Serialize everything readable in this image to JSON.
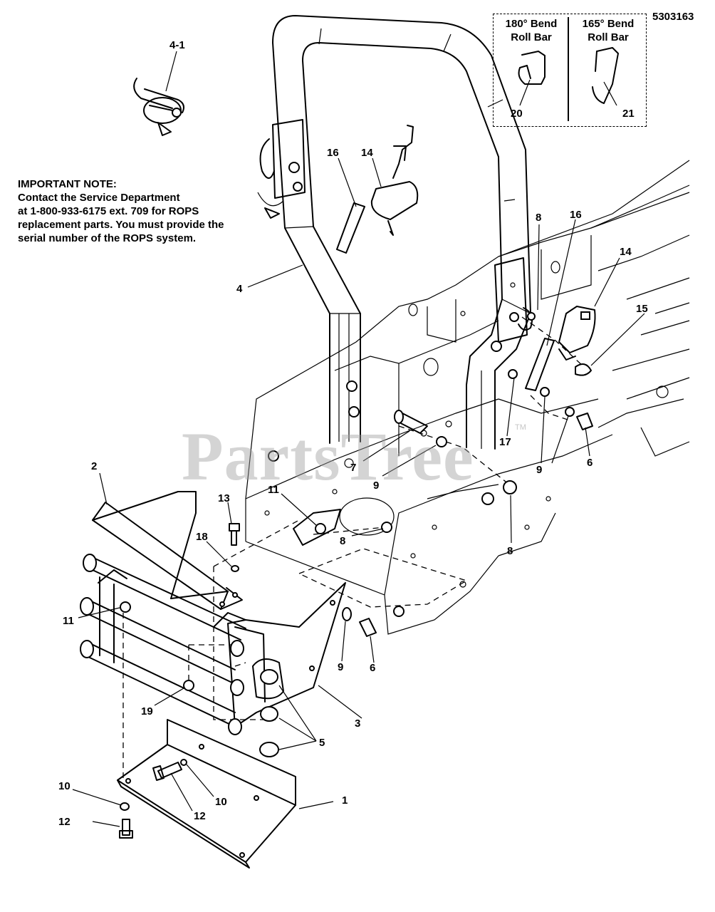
{
  "document": {
    "part_number": "5303163"
  },
  "note": {
    "heading": "IMPORTANT NOTE:",
    "lines": [
      "Contact the Service Department",
      "at 1-800-933-6175 ext. 709 for ROPS",
      "replacement parts.  You must provide the",
      "serial number of the ROPS system."
    ]
  },
  "inset": {
    "left": {
      "line1": "180° Bend",
      "line2": "Roll Bar",
      "callout": "20"
    },
    "right": {
      "line1": "165° Bend",
      "line2": "Roll Bar",
      "callout": "21"
    }
  },
  "watermark": {
    "text": "PartsTree",
    "tm": "TM"
  },
  "callouts": [
    "4-1",
    "16",
    "14",
    "4",
    "8",
    "16",
    "14",
    "15",
    "17",
    "7",
    "9",
    "9",
    "6",
    "11",
    "8",
    "8",
    "2",
    "13",
    "18",
    "11",
    "9",
    "6",
    "3",
    "19",
    "5",
    "10",
    "10",
    "12",
    "12",
    "1"
  ]
}
